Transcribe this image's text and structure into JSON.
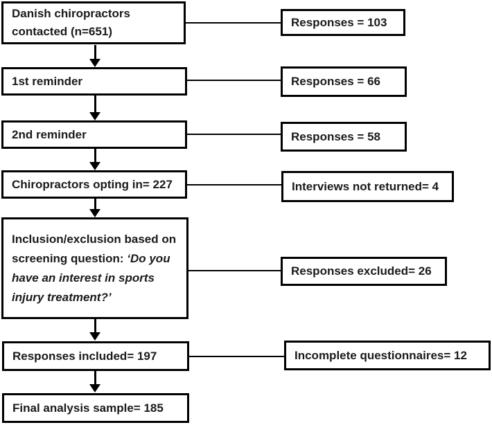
{
  "figure": {
    "type": "flowchart",
    "background": "#ffffff",
    "border_color": "#000000",
    "text_color": "#1a1a1a"
  },
  "flow": {
    "main_boxes": [
      {
        "id": "contacted",
        "label": "Danish chiropractors contacted (n=651)"
      },
      {
        "id": "reminder-1",
        "label": "1st reminder"
      },
      {
        "id": "reminder-2",
        "label": "2nd reminder"
      },
      {
        "id": "opting-in",
        "label": "Chiropractors opting in= 227"
      },
      {
        "id": "screening",
        "label": "Inclusion/exclusion based on screening question: ",
        "label_italic": "‘Do you have an interest in sports injury treatment?’"
      },
      {
        "id": "included",
        "label": "Responses included= 197"
      },
      {
        "id": "final",
        "label": "Final analysis sample= 185"
      }
    ],
    "side_boxes": [
      {
        "id": "responses-103",
        "label": "Responses = 103"
      },
      {
        "id": "responses-66",
        "label": "Responses = 66"
      },
      {
        "id": "responses-58",
        "label": "Responses = 58"
      },
      {
        "id": "not-returned",
        "label": "Interviews not returned= 4"
      },
      {
        "id": "excluded",
        "label": "Responses excluded= 26"
      },
      {
        "id": "incomplete",
        "label": "Incomplete questionnaires= 12"
      }
    ]
  }
}
